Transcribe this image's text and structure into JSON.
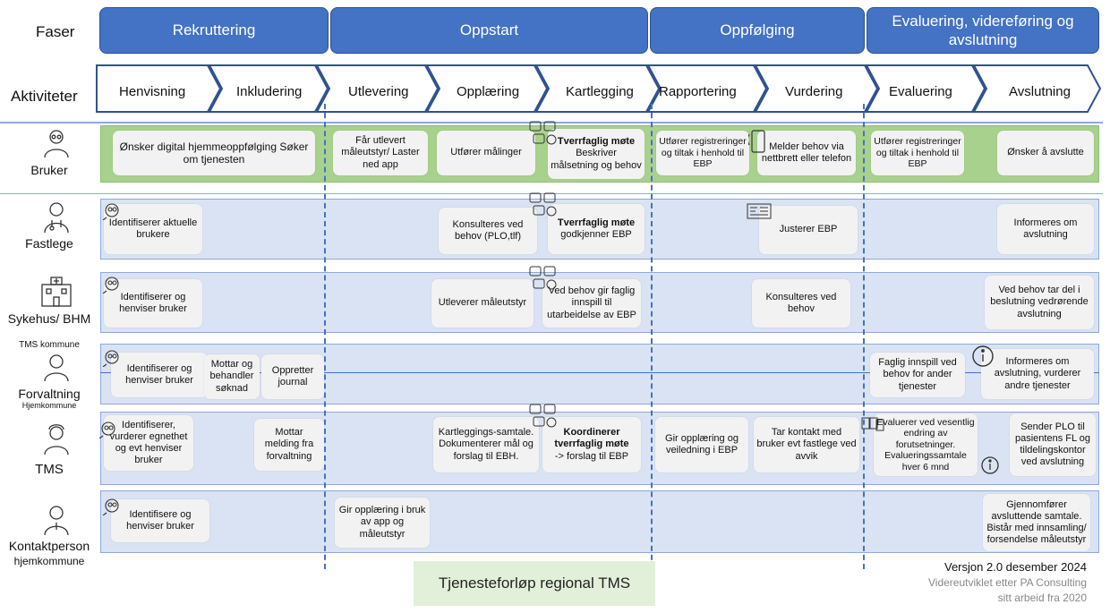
{
  "header": {
    "faser_label": "Faser",
    "aktiviteter_label": "Aktiviteter"
  },
  "phases": [
    {
      "label": "Rekruttering"
    },
    {
      "label": "Oppstart"
    },
    {
      "label": "Oppfølging"
    },
    {
      "label": "Evaluering, videreføring og avslutning"
    }
  ],
  "activities": [
    "Henvisning",
    "Inkludering",
    "Utlevering",
    "Opplæring",
    "Kartlegging",
    "Rapportering",
    "Vurdering",
    "Evaluering",
    "Avslutning"
  ],
  "roles": {
    "bruker": "Bruker",
    "fastlege": "Fastlege",
    "sykehus": "Sykehus/ BHM",
    "tms_kommune": "TMS kommune",
    "forvaltning": "Forvaltning",
    "hjemkommune": "Hjemkommune",
    "tms": "TMS",
    "kontaktperson": "Kontaktperson",
    "kontaktperson_sub": "hjemkommune"
  },
  "cards": {
    "bruker_1": "Ønsker digital hjemmeoppfølging Søker om tjenesten",
    "bruker_2": "Får utlevert måleutstyr/ Laster ned app",
    "bruker_3": "Utfører målinger",
    "bruker_4_title": "Tverrfaglig møte",
    "bruker_4_body": "Beskriver målsetning og behov",
    "bruker_5": "Utfører registreringer og tiltak i henhold til EBP",
    "bruker_6": "Melder behov via nettbrett eller telefon",
    "bruker_7": "Utfører registreringer og tiltak i henhold til EBP",
    "bruker_8": "Ønsker å avslutte",
    "fastlege_1": "Identifiserer aktuelle brukere",
    "fastlege_2": "Konsulteres ved behov (PLO,tlf)",
    "fastlege_3_title": "Tverrfaglig møte",
    "fastlege_3_body": "godkjenner EBP",
    "fastlege_4": "Justerer EBP",
    "fastlege_5": "Informeres om avslutning",
    "sykehus_1": "Identifiserer og henviser bruker",
    "sykehus_2": "Utleverer måleutstyr",
    "sykehus_3": "Ved behov gir faglig innspill til utarbeidelse av EBP",
    "sykehus_4": "Konsulteres ved behov",
    "sykehus_5": "Ved behov tar del i beslutning vedrørende avslutning",
    "forv_1": "Identifiserer og henviser bruker",
    "forv_2": "Mottar og behandler søknad",
    "forv_3": "Oppretter journal",
    "forv_4": "Faglig innspill ved behov for ander tjenester",
    "forv_5": "Informeres om avslutning, vurderer andre tjenester",
    "tms_1": "Identifiserer, vurderer egnethet og evt henviser bruker",
    "tms_2": "Mottar melding fra forvaltning",
    "tms_3": "Kartleggings-samtale. Dokumenterer mål og forslag til EBH.",
    "tms_4_title": "Koordinerer tverrfaglig møte",
    "tms_4_body": "-> forslag til EBP",
    "tms_5": "Gir opplæring og veiledning i EBP",
    "tms_6": "Tar kontakt med bruker evt fastlege ved avvik",
    "tms_7": "Evaluerer ved vesentlig endring av forutsetninger. Evalueringssamtale hver 6 mnd",
    "tms_8": "Sender PLO til pasientens FL og tildelingskontor ved avslutning",
    "kp_1": "Identifisere og henviser bruker",
    "kp_2": "Gir opplæring i bruk av app og måleutstyr",
    "kp_3": "Gjennomfører avsluttende samtale. Bistår med innsamling/ forsendelse måleutstyr"
  },
  "footer": {
    "title": "Tjenesteforløp regional TMS",
    "version": "Versjon 2.0 desember 2024",
    "credit_1": "Videreutviklet etter PA Consulting",
    "credit_2": "sitt arbeid fra 2020"
  },
  "colors": {
    "phase_blue": "#4472c4",
    "lane_blue": "#dae3f3",
    "lane_green": "#a9d18e",
    "card_grey": "#f2f2f2",
    "footer_green": "#e2f0d9"
  }
}
